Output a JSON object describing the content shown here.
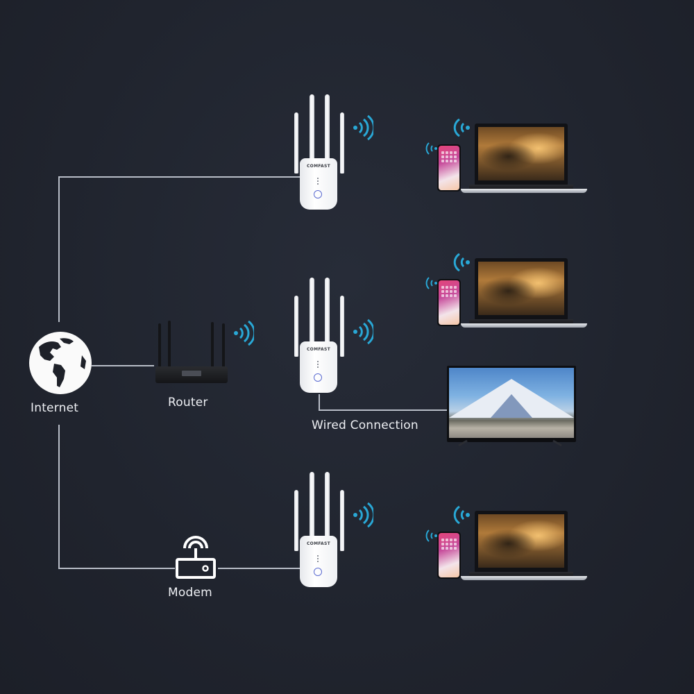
{
  "diagram": {
    "background": "#22262f",
    "line_color": "#b9bec8",
    "wifi_color": "#29a8d6",
    "nodes": {
      "internet": {
        "label": "Internet",
        "icon": "globe-icon"
      },
      "router": {
        "label": "Router",
        "icon": "router-icon"
      },
      "modem": {
        "label": "Modem",
        "icon": "modem-icon"
      },
      "extenders": [
        {
          "brand": "COMFAST",
          "position": "top"
        },
        {
          "brand": "COMFAST",
          "position": "middle"
        },
        {
          "brand": "COMFAST",
          "position": "bottom"
        }
      ],
      "clients": [
        {
          "devices": [
            "phone",
            "laptop"
          ],
          "connection": "wireless"
        },
        {
          "devices": [
            "phone",
            "laptop"
          ],
          "connection": "wireless"
        },
        {
          "devices": [
            "tv"
          ],
          "connection": "wired"
        },
        {
          "devices": [
            "phone",
            "laptop"
          ],
          "connection": "wireless"
        }
      ]
    },
    "edge_labels": {
      "wired": "Wired Connection"
    }
  }
}
